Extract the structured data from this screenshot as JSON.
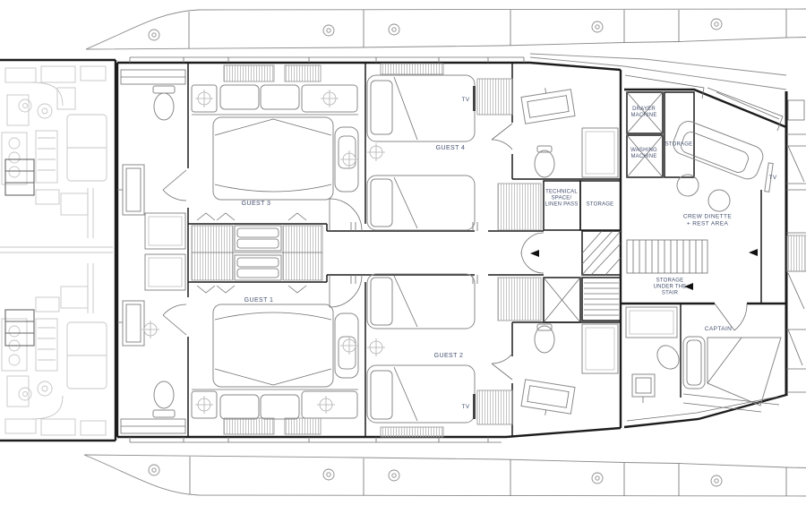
{
  "drawing": {
    "type": "yacht-lower-deck-floor-plan"
  },
  "colors": {
    "label": "#43506e",
    "wall": "#1c1c1c",
    "furniture": "#8a8a8a",
    "machinery": "#c6c6c6"
  },
  "cabins": {
    "guest1": "GUEST 1",
    "guest2": "GUEST 2",
    "guest3": "GUEST 3",
    "guest4": "GUEST 4",
    "captain": "CAPTAIN"
  },
  "service": {
    "technical_space": {
      "l1": "TECHNICAL",
      "l2": "SPACE/",
      "l3": "LINEN PASS"
    },
    "storage_technical": "STORAGE",
    "dryer": {
      "l1": "DRAYER",
      "l2": "MACHINE"
    },
    "washing": {
      "l1": "WASHING",
      "l2": "MACHINE"
    },
    "storage_laundry": "STORAGE",
    "crew_dinette": {
      "l1": "CREW DINETTE",
      "l2": "+ REST AREA"
    },
    "storage_stair": {
      "l1": "STORAGE",
      "l2": "UNDER THE",
      "l3": "STAIR"
    }
  },
  "equipment": {
    "tv_guest4": "TV",
    "tv_guest2": "TV",
    "tv_crew": "TV"
  }
}
